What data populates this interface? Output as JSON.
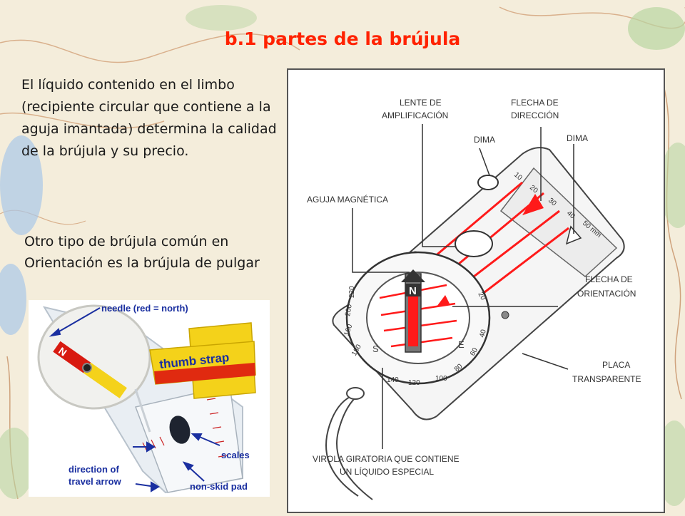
{
  "title": "b.1 partes de la brújula",
  "paragraph1": "El líquido contenido en el limbo (recipiente circular que contiene a la aguja imantada) determina la calidad de la brújula y su precio.",
  "paragraph2": "Otro tipo de brújula común en Orientación es la brújula  de pulgar",
  "thumb_compass": {
    "needle_label": "needle (red = north)",
    "strap_text": "thumb strap",
    "scales_label": "scales",
    "arrow_label_line1": "direction of",
    "arrow_label_line2": "travel arrow",
    "pad_label": "non-skid pad",
    "needle_letter": "N",
    "colors": {
      "label_blue": "#1a2fa0",
      "strap_yellow": "#f4d21a",
      "strap_red": "#e02a10",
      "needle_red": "#d81a10"
    }
  },
  "compass_diagram": {
    "labels": {
      "lente_line1": "LENTE DE",
      "lente_line2": "AMPLIFICACIÓN",
      "flecha_dir_line1": "FLECHA DE",
      "flecha_dir_line2": "DIRECCIÓN",
      "dima_left": "DIMA",
      "dima_right": "DIMA",
      "aguja": "AGUJA MAGNÉTICA",
      "flecha_ori_line1": "FLECHA DE",
      "flecha_ori_line2": "ORIENTACIÓN",
      "placa_line1": "PLACA",
      "placa_line2": "TRANSPARENTE",
      "virola_line1": "VIROLA GIRATORIA QUE CONTIENE",
      "virola_line2": "UN LÍQUIDO ESPECIAL"
    },
    "ruler_ticks": [
      "10",
      "20",
      "30",
      "40",
      "50 mm"
    ],
    "dial_numbers": [
      "160",
      "180",
      "200",
      "220",
      "140",
      "120",
      "100",
      "80",
      "60",
      "40",
      "20"
    ],
    "dial_letters": [
      "S",
      "E",
      "N"
    ],
    "colors": {
      "red": "#ff1a1a",
      "line": "#333333"
    }
  }
}
